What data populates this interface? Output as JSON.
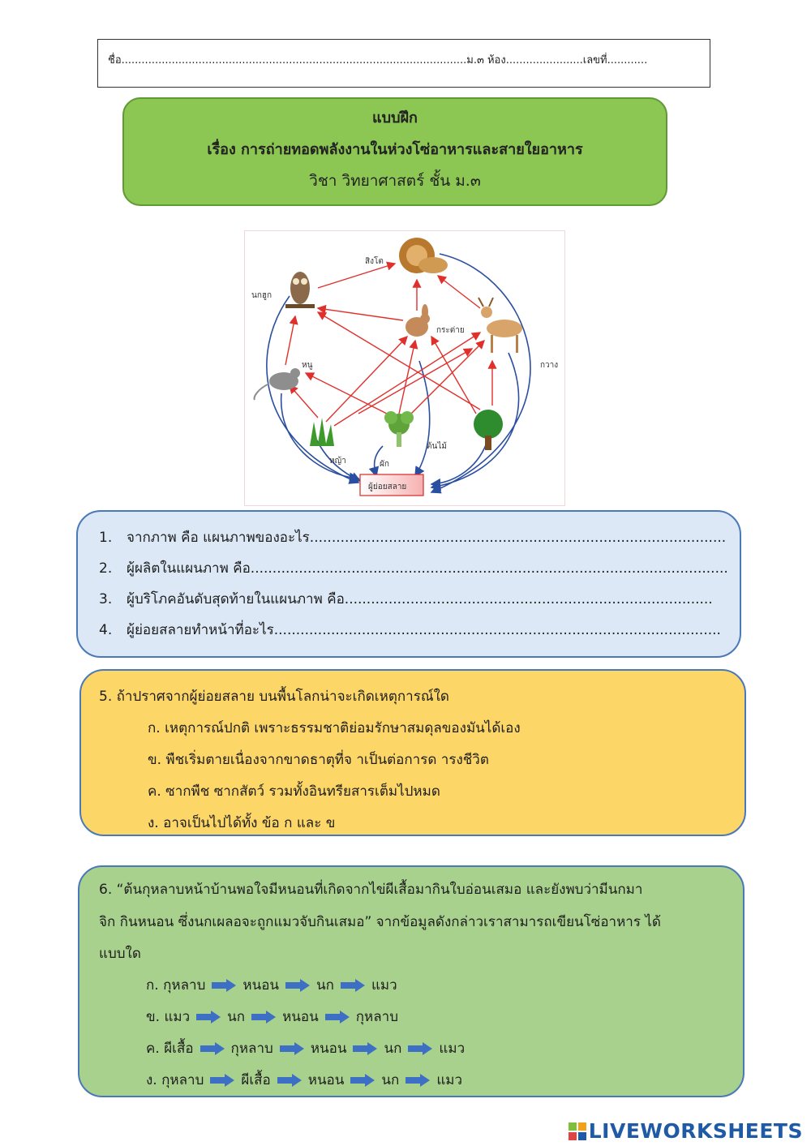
{
  "header": {
    "name_line": "ชื่อ.......................................................................................................ม.๓ ห้อง.......................เลขที่............"
  },
  "title": {
    "line1": "แบบฝึก",
    "line2": "เรื่อง การถ่ายทอดพลังงานในห่วงโซ่อาหารและสายใยอาหาร",
    "line3": "วิชา วิทยาศาสตร์  ชั้น ม.๓"
  },
  "food_web": {
    "labels": {
      "lion": "สิงโต",
      "owl": "นกฮูก",
      "rabbit": "กระต่าย",
      "deer": "กวาง",
      "mouse": "หนู",
      "grass": "หญ้า",
      "vegetable": "ผัก",
      "tree": "ต้นไม้",
      "decomposer": "ผู้ย่อยสลาย"
    },
    "colors": {
      "feeding_arrow": "#e0302c",
      "decompose_arrow": "#2b4fa0"
    }
  },
  "q1_4": {
    "items": [
      {
        "num": "1.",
        "text": "จากภาพ คือ แผนภาพของอะไร..............................................................................................."
      },
      {
        "num": "2.",
        "text": "ผู้ผลิตในแผนภาพ คือ............................................................................................................."
      },
      {
        "num": "3.",
        "text": "ผู้บริโภคอันดับสุดท้ายในแผนภาพ คือ...................................................................................."
      },
      {
        "num": "4.",
        "text": "ผู้ย่อยสลายทำหน้าที่อะไร......................................................................................................"
      }
    ]
  },
  "q5": {
    "question": "5. ถ้าปราศจากผู้ย่อยสลาย บนพื้นโลกน่าจะเกิดเหตุการณ์ใด",
    "choices": [
      "ก. เหตุการณ์ปกติ เพราะธรรมชาติย่อมรักษาสมดุลของมันได้เอง",
      "ข. พืชเริ่มตายเนื่องจากขาดธาตุที่จ าเป็นต่อการด ารงชีวิต",
      "ค. ซากพืช ซากสัตว์ รวมทั้งอินทรียสารเต็มไปหมด",
      "ง. อาจเป็นไปได้ทั้ง ข้อ ก และ ข"
    ]
  },
  "q6": {
    "line1": "6. “ต้นกุหลาบหน้าบ้านพอใจมีหนอนที่เกิดจากไข่ผีเสื้อมากินใบอ่อนเสมอ และยังพบว่ามีนกมา",
    "line2": "จิก กินหนอน ซึ่งนกเผลอจะถูกแมวจับกินเสมอ” จากข้อมูลดังกล่าวเราสามารถเขียนโซ่อาหาร ได้",
    "line3": "แบบใด",
    "choices": [
      {
        "prefix": "ก.",
        "chain": [
          "กุหลาบ",
          "หนอน",
          "นก",
          "แมว"
        ]
      },
      {
        "prefix": "ข.",
        "chain": [
          "แมว",
          "นก",
          "หนอน",
          "กุหลาบ"
        ]
      },
      {
        "prefix": "ค.",
        "chain": [
          "ผีเสื้อ",
          "กุหลาบ",
          "หนอน",
          "นก",
          "แมว"
        ]
      },
      {
        "prefix": "ง.",
        "chain": [
          "กุหลาบ",
          "ผีเสื้อ",
          "หนอน",
          "นก",
          "แมว"
        ]
      }
    ],
    "arrow_color": "#3d6fc4"
  },
  "footer": {
    "brand": "LIVEWORKSHEETS"
  }
}
